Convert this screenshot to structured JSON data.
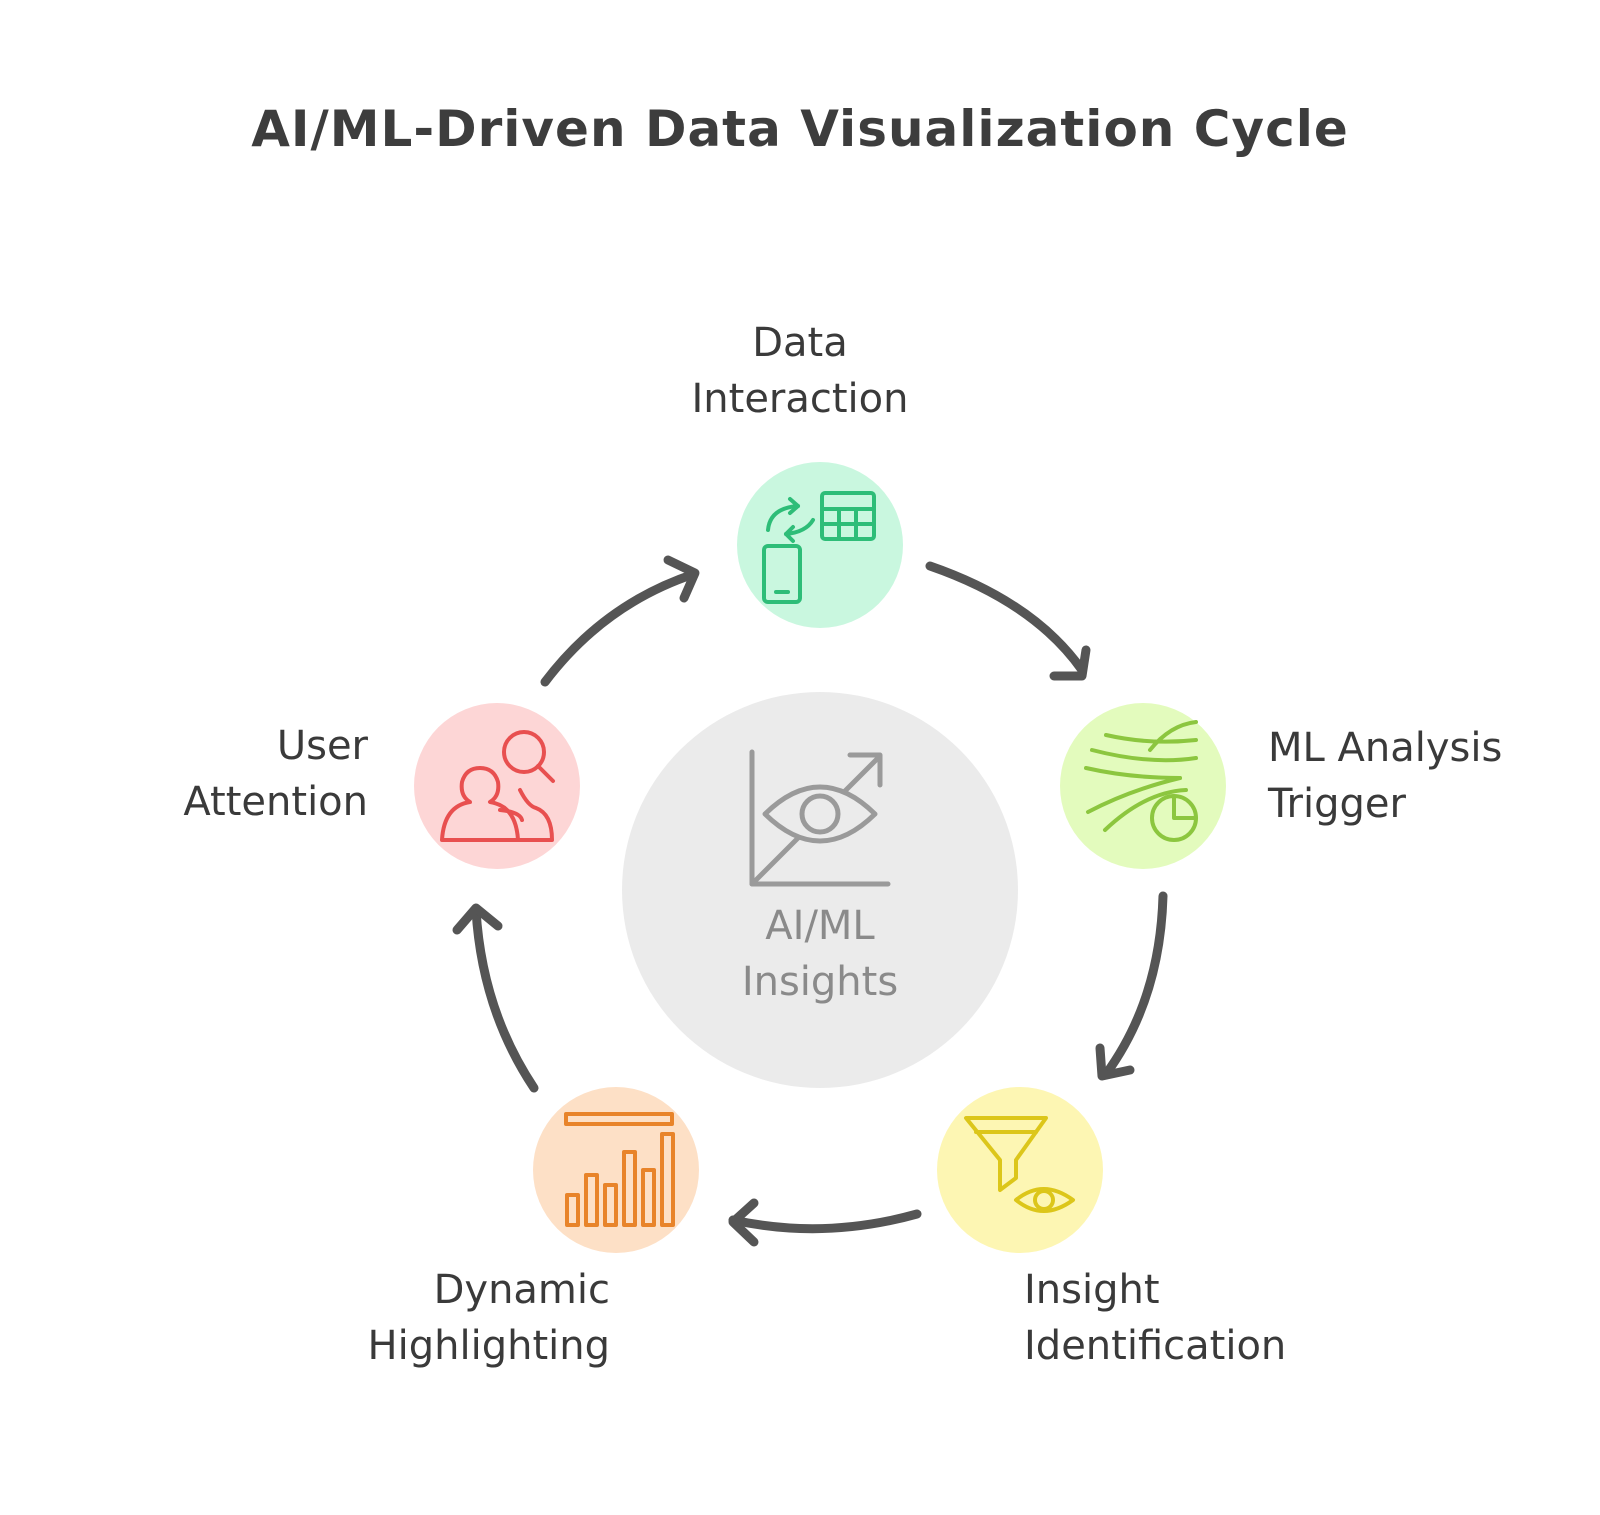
{
  "title": "AI/ML-Driven Data Visualization Cycle",
  "center": {
    "line1": "AI/ML",
    "line2": "Insights",
    "icon": "eye-chart-icon"
  },
  "stages": [
    {
      "line1": "Data",
      "line2": "Interaction",
      "icon": "device-table-sync-icon",
      "color": "#2ebd78",
      "bg": "#c9f7df"
    },
    {
      "line1": "ML Analysis",
      "line2": "Trigger",
      "icon": "flow-pie-chart-icon",
      "color": "#8cc63f",
      "bg": "#e3fbbd"
    },
    {
      "line1": "Insight",
      "line2": "Identification",
      "icon": "filter-eye-icon",
      "color": "#dcc61a",
      "bg": "#fdf6b3"
    },
    {
      "line1": "Dynamic",
      "line2": "Highlighting",
      "icon": "bar-chart-icon",
      "color": "#e8842a",
      "bg": "#fde0c6"
    },
    {
      "line1": "User",
      "line2": "Attention",
      "icon": "users-search-icon",
      "color": "#e85050",
      "bg": "#fdd6d6"
    }
  ],
  "colors": {
    "center_bg": "#ebebeb",
    "center_icon": "#9a9a9a",
    "arrow": "#555555"
  }
}
